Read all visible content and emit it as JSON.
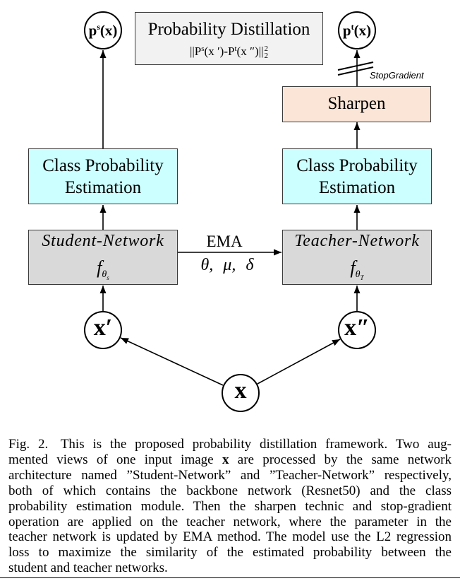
{
  "figure": {
    "distillation": {
      "title": "Probability Distillation",
      "formula": {
        "open": "||P",
        "sup_student": "s",
        "middle": "(x ′)-P",
        "sup_teacher": "t",
        "close": "(x ″)||",
        "power": "2",
        "norm_index": "2"
      }
    },
    "student_output": {
      "base": "p",
      "sup": "s",
      "arg": "(x)"
    },
    "teacher_output": {
      "base": "p",
      "sup": "t",
      "arg": "(x)"
    },
    "stop_gradient": "StopGradient",
    "sharpen": "Sharpen",
    "student_estimation": {
      "line_1": "Class Probability",
      "line_2": "Estimation"
    },
    "teacher_estimation": {
      "line_1": "Class Probability",
      "line_2": "Estimation"
    },
    "student_network": {
      "name": "Student-Network",
      "func": "f",
      "sub": "θ",
      "subsub": "s"
    },
    "teacher_network": {
      "name": "Teacher-Network",
      "func": "f",
      "sub": "θ",
      "subsub": "T"
    },
    "ema": {
      "label": "EMA",
      "params": "θ, μ, δ"
    },
    "student_input": "x′",
    "teacher_input": "x″",
    "input": "x"
  },
  "caption": {
    "label": "Fig. 2.",
    "line_1": "This is the proposed probability distillation framework. Two aug-",
    "line_2_start": "mented views of one input image",
    "line_2_symbol": "x",
    "line_2_end": "are processed by the same network",
    "lines_rest": [
      "architecture named ”Student-Network” and ”Teacher-Network” respectively,",
      "both of which contains the backbone network (Resnet50) and the class",
      "probability estimation module. Then the sharpen technic and stop-gradient",
      "operation are applied on the teacher network, where the parameter in the",
      "teacher network is updated by EMA method. The model use the L2 regression",
      "loss to maximize the similarity of the estimated probability between the",
      "student and teacher networks."
    ]
  },
  "colors": {
    "distillation_fill": "#f2f2f2",
    "estimation_fill": "#ccffff",
    "sharpen_fill": "#fbe5d6",
    "network_fill": "#d9d9d9"
  }
}
